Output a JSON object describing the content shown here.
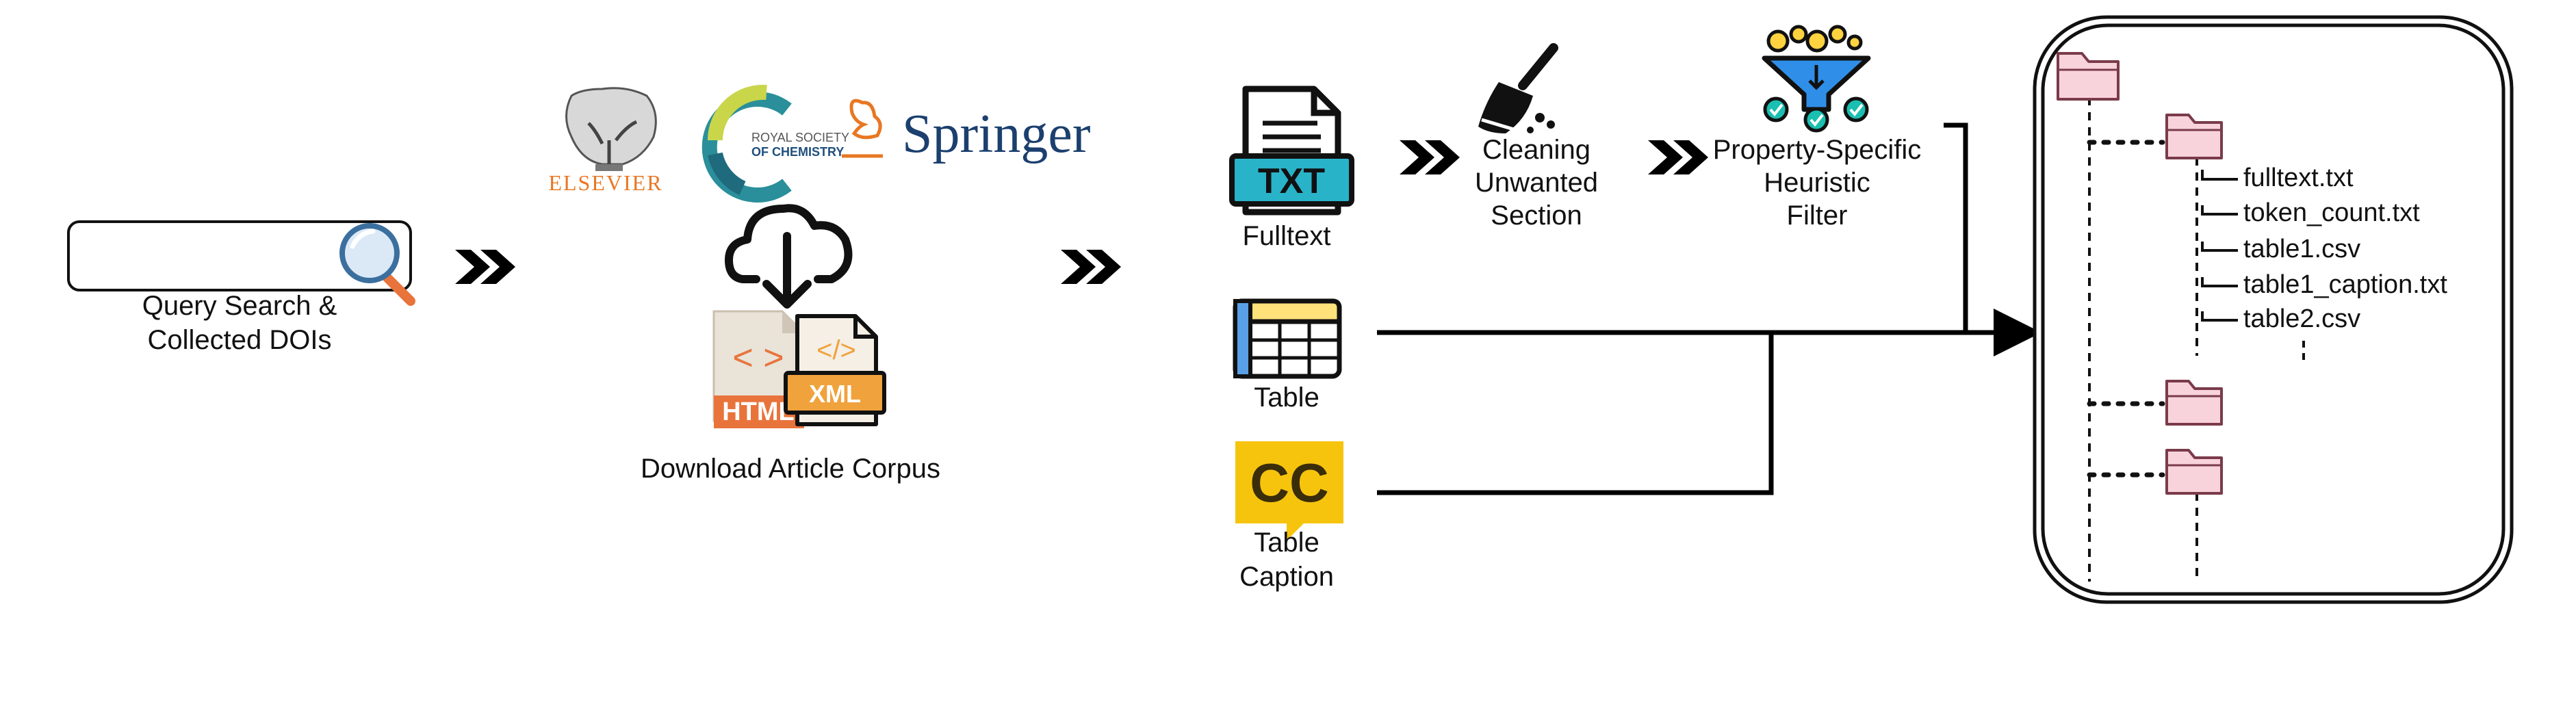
{
  "query": {
    "line1": "Query Search &",
    "line2": "Collected DOIs"
  },
  "publishers": {
    "elsevier": "ELSEVIER",
    "rsc_line1": "ROYAL SOCIETY",
    "rsc_line2": "OF CHEMISTRY",
    "springer": "Springer"
  },
  "download": {
    "label": "Download Article Corpus",
    "html_tag": "HTML",
    "xml_tag": "XML"
  },
  "components": {
    "fulltext_badge": "TXT",
    "fulltext": "Fulltext",
    "table": "Table",
    "caption_badge": "CC",
    "caption_line1": "Table",
    "caption_line2": "Caption"
  },
  "cleaning": {
    "line1": "Cleaning",
    "line2": "Unwanted",
    "line3": "Section"
  },
  "filter": {
    "line1": "Property-Specific",
    "line2": "Heuristic",
    "line3": "Filter"
  },
  "files": [
    "fulltext.txt",
    "token_count.txt",
    "table1.csv",
    "table1_caption.txt",
    "table2.csv"
  ],
  "colors": {
    "folder_fill": "#f9d3dc",
    "folder_stroke": "#7a3b4a",
    "txt_teal": "#29b3c9",
    "table_yellow": "#ffe27a",
    "table_blue": "#5aa0e6",
    "cc_yellow": "#f6c40d",
    "xml_orange": "#f0a23c",
    "html_orange": "#e8743b",
    "funnel_blue": "#2f8fe8",
    "dot_yellow": "#ffd23f",
    "check_teal": "#1bbfb0",
    "springer_blue": "#1b3f6e",
    "elsevier_orange": "#e87722"
  }
}
